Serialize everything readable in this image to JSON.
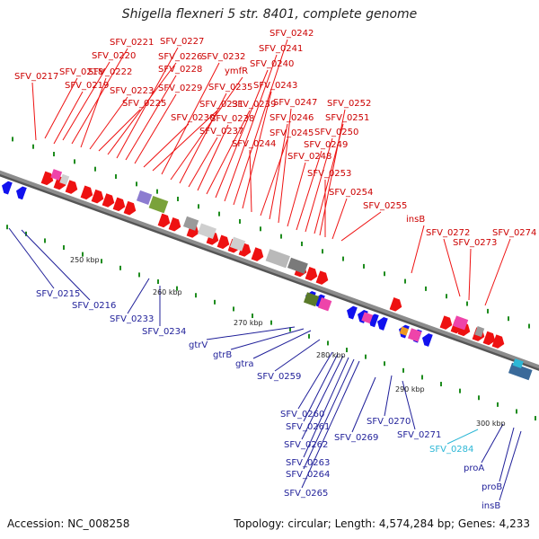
{
  "title": "Shigella flexneri 5 str. 8401, complete genome",
  "footer": {
    "accession": "Accession: NC_008258",
    "topology": "Topology: circular; Length: 4,574,284 bp; Genes: 4,233"
  },
  "colors": {
    "backbone": "#8c8c8c",
    "forward_gene": "#ee1111",
    "reverse_gene": "#1111ee",
    "tick": "#1e8c1e",
    "top_label": "#cc0000",
    "bottom_label": "#1f1f99",
    "highlight_label": "#2cb7d6"
  },
  "scale_ticks": [
    "250 kbp",
    "260 kbp",
    "270 kbp",
    "280 kbp",
    "290 kbp",
    "300 kbp"
  ],
  "forward_gene_labels": [
    "SFV_0217",
    "SFV_0218",
    "SFV_0219",
    "SFV_0220",
    "SFV_0221",
    "SFV_0222",
    "SFV_0223",
    "SFV_0225",
    "SFV_0226",
    "SFV_0227",
    "SFV_0228",
    "SFV_0229",
    "SFV_0230",
    "SFV_0231",
    "SFV_0232",
    "ymfR",
    "SFV_0235",
    "SFV_0237",
    "SFV_0238",
    "SFV_0239",
    "SFV_0240",
    "SFV_0241",
    "SFV_0242",
    "SFV_0243",
    "SFV_0244",
    "SFV_0245",
    "SFV_0246",
    "SFV_0247",
    "SFV_0248",
    "SFV_0249",
    "SFV_0250",
    "SFV_0251",
    "SFV_0252",
    "SFV_0253",
    "SFV_0254",
    "SFV_0255",
    "insB",
    "SFV_0272",
    "SFV_0273",
    "SFV_0274"
  ],
  "reverse_gene_labels": [
    "SFV_0215",
    "SFV_0216",
    "SFV_0233",
    "SFV_0234",
    "gtrV",
    "gtrB",
    "gtra",
    "SFV_0259",
    "SFV_0260",
    "SFV_0261",
    "SFV_0262",
    "SFV_0263",
    "SFV_0264",
    "SFV_0265",
    "SFV_0269",
    "SFV_0270",
    "SFV_0271",
    "SFV_0284",
    "proA",
    "proB",
    "insB"
  ]
}
